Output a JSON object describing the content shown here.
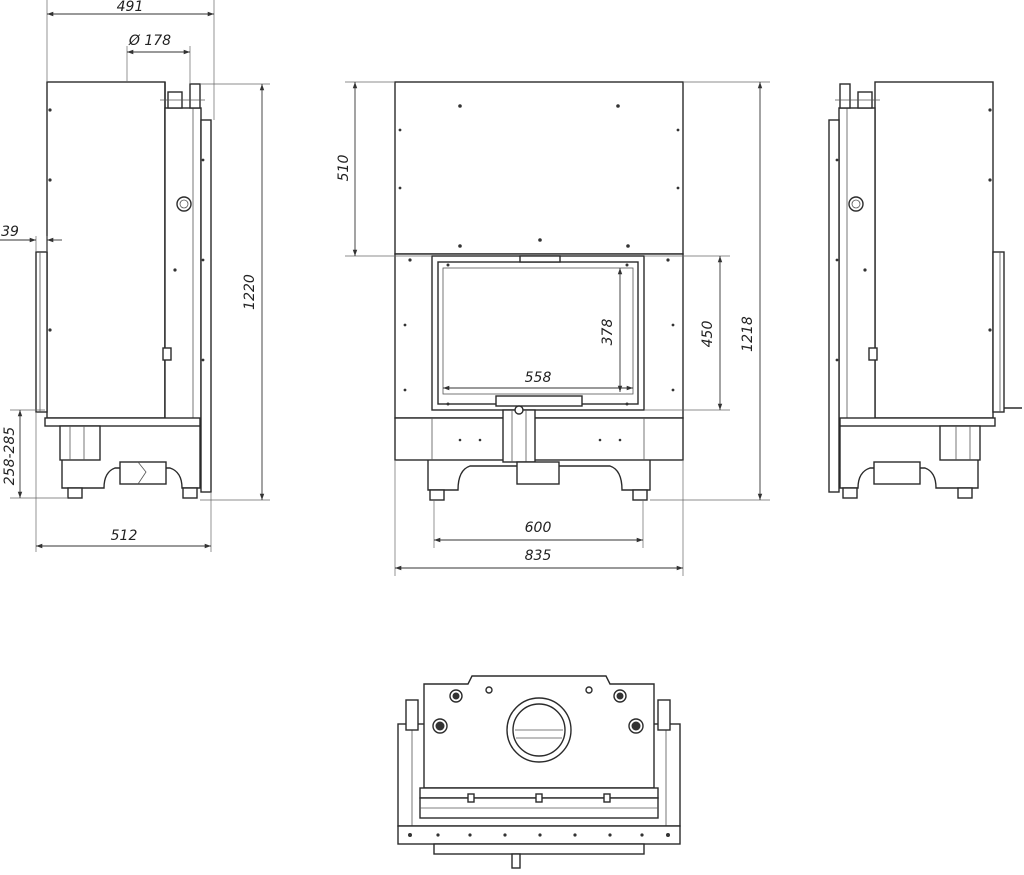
{
  "dimensions": {
    "side_depth_top": "491",
    "flue_diameter": "Ø 178",
    "offset_39": "39",
    "leg_height_range": "258-285",
    "side_total_height": "1220",
    "side_depth_bottom": "512",
    "front_hood_height": "510",
    "glass_height": "378",
    "door_height": "450",
    "front_total_height": "1218",
    "glass_width": "558",
    "legs_width": "600",
    "front_total_width": "835"
  }
}
